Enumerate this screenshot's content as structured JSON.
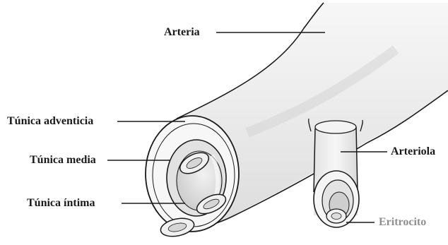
{
  "labels": {
    "arteria": "Arteria",
    "tunica_adventicia": "Túnica adventicia",
    "tunica_media": "Túnica media",
    "tunica_intima": "Túnica íntima",
    "arteriola": "Arteriola",
    "eritrocito": "Eritrocito"
  },
  "colors": {
    "outline": "#1a1a1a",
    "vessel_fill": "#eeeeee",
    "lumen": "#d9d9d9",
    "label_muted": "#8f8f8f"
  }
}
